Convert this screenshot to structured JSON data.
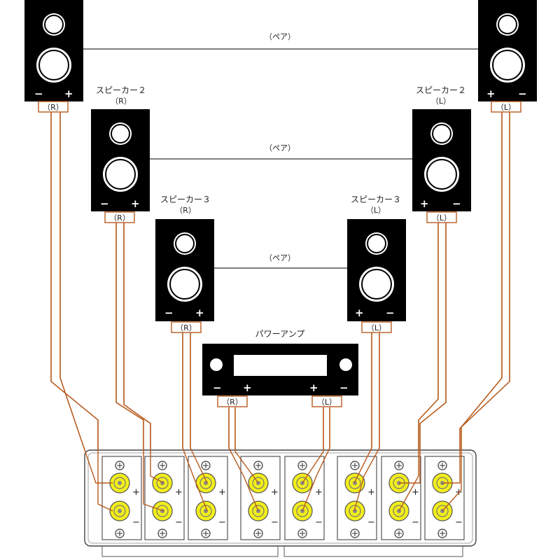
{
  "pairs": [
    {
      "label": "（ペア）"
    },
    {
      "label": "（ペア）"
    },
    {
      "label": "（ペア）"
    }
  ],
  "speakers": [
    {
      "title": "",
      "sub": "",
      "term": "（R）",
      "minus": "−",
      "plus": "+"
    },
    {
      "title": "",
      "sub": "",
      "term": "（L）",
      "minus": "−",
      "plus": "+"
    },
    {
      "title": "スピーカー２",
      "sub": "（R）",
      "term": "（R）",
      "minus": "−",
      "plus": "+"
    },
    {
      "title": "スピーカー２",
      "sub": "（L）",
      "term": "（L）",
      "minus": "−",
      "plus": "+"
    },
    {
      "title": "スピーカー３",
      "sub": "（R）",
      "term": "（R）",
      "minus": "−",
      "plus": "+"
    },
    {
      "title": "スピーカー３",
      "sub": "（L）",
      "term": "（L）",
      "minus": "−",
      "plus": "+"
    }
  ],
  "amp": {
    "title": "パワーアンプ",
    "term_r": "（R）",
    "term_l": "（L）",
    "minus": "−",
    "plus": "+"
  },
  "selector": {
    "plus": "+",
    "minus": "−"
  },
  "colors": {
    "box": "#000000",
    "wire": "#b85a1e",
    "tag_border": "#b85a1e",
    "terminal": "#f2ee1b",
    "pair_line": "#333333"
  }
}
